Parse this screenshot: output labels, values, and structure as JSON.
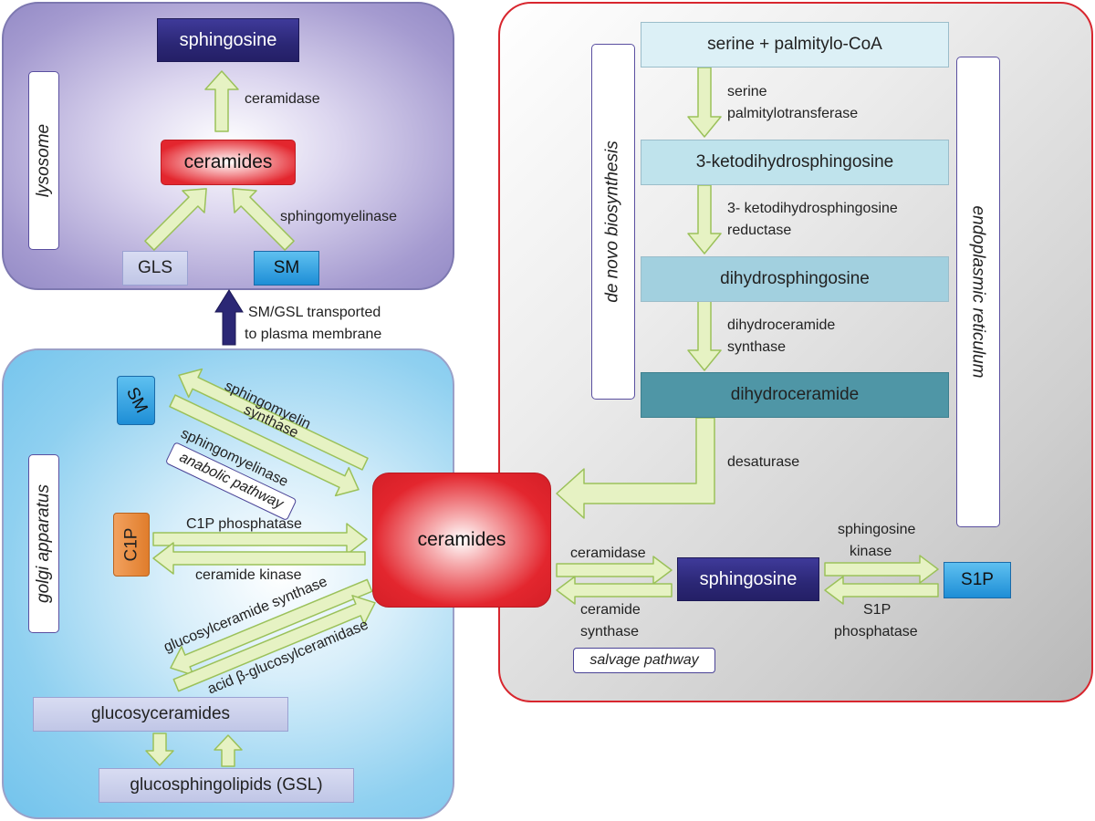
{
  "compartments": {
    "lysosome": "lysosome",
    "golgi": "golgi apparatus",
    "de_novo": "de novo biosynthesis",
    "er": "endoplasmic reticulum"
  },
  "lysosome": {
    "sphingosine": "sphingosine",
    "ceramides": "ceramides",
    "gls": "GLS",
    "sm": "SM",
    "ceramidase": "ceramidase",
    "sphingomyelinase": "sphingomyelinase"
  },
  "transport": {
    "line1": "SM/GSL transported",
    "line2": "to plasma membrane"
  },
  "de_novo": {
    "step1": "serine + palmitylo-CoA",
    "enzyme1_a": "serine",
    "enzyme1_b": "palmitylotransferase",
    "step2": "3-ketodihydrosphingosine",
    "enzyme2_a": "3- ketodihydrosphingosine",
    "enzyme2_b": "reductase",
    "step3": "dihydrosphingosine",
    "enzyme3_a": "dihydroceramide",
    "enzyme3_b": "synthase",
    "step4": "dihydroceramide",
    "desaturase": "desaturase"
  },
  "center": {
    "ceramides": "ceramides"
  },
  "golgi": {
    "sm": "SM",
    "sm_synthase_a": "sphingomyelin",
    "sm_synthase_b": "synthase",
    "sphingomyelinase": "sphingomyelinase",
    "anabolic": "anabolic pathway",
    "c1p": "C1P",
    "c1p_phosphatase": "C1P phosphatase",
    "ceramide_kinase": "ceramide kinase",
    "gc_synthase": "glucosylceramide synthase",
    "acid_gc": "acid β-glucosylceramidase",
    "glucosyceramides": "glucosyceramides",
    "gsl": "glucosphingolipids (GSL)"
  },
  "salvage": {
    "ceramidase": "ceramidase",
    "ceramide_synthase_a": "ceramide",
    "ceramide_synthase_b": "synthase",
    "sphingosine": "sphingosine",
    "sk_a": "sphingosine",
    "sk_b": "kinase",
    "s1p": "S1P",
    "s1pp_a": "S1P",
    "s1pp_b": "phosphatase",
    "label": "salvage pathway"
  },
  "colors": {
    "arrow_fill": "#e6f2c3",
    "arrow_stroke": "#9bc15a",
    "ceramide_red": "#e3262e",
    "dark_blue": "#2b2775",
    "er_border": "#d8262e"
  }
}
